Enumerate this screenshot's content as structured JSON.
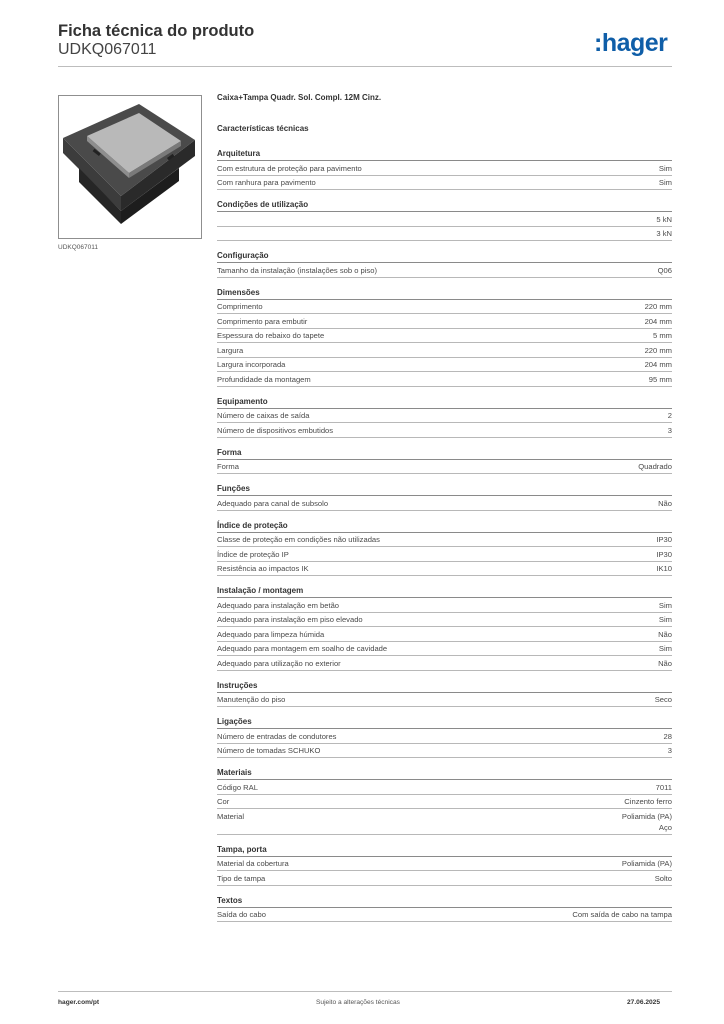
{
  "header": {
    "title": "Ficha técnica do produto",
    "subtitle": "UDKQ067011",
    "logo_text": ":hager",
    "logo_color": "#0f5ea8"
  },
  "image": {
    "caption": "UDKQ067011",
    "icon": "floor-box-product-photo"
  },
  "product_name": "Caixa+Tampa Quadr. Sol. Compl. 12M Cinz.",
  "tech_heading": "Características técnicas",
  "sections": [
    {
      "title": "Arquitetura",
      "rows": [
        {
          "label": "Com estrutura de proteção para pavimento",
          "value": "Sim"
        },
        {
          "label": "Com ranhura para pavimento",
          "value": "Sim"
        }
      ]
    },
    {
      "title": "Condições de utilização",
      "rows": [
        {
          "label": "",
          "value": "5 kN"
        },
        {
          "label": "",
          "value": "3 kN"
        }
      ]
    },
    {
      "title": "Configuração",
      "rows": [
        {
          "label": "Tamanho da instalação (instalações sob o piso)",
          "value": "Q06"
        }
      ]
    },
    {
      "title": "Dimensões",
      "rows": [
        {
          "label": "Comprimento",
          "value": "220 mm"
        },
        {
          "label": "Comprimento para embutir",
          "value": "204 mm"
        },
        {
          "label": "Espessura do rebaixo do tapete",
          "value": "5 mm"
        },
        {
          "label": "Largura",
          "value": "220 mm"
        },
        {
          "label": "Largura incorporada",
          "value": "204 mm"
        },
        {
          "label": "Profundidade da montagem",
          "value": "95 mm"
        }
      ]
    },
    {
      "title": "Equipamento",
      "rows": [
        {
          "label": "Número de caixas de saída",
          "value": "2"
        },
        {
          "label": "Número de dispositivos embutidos",
          "value": "3"
        }
      ]
    },
    {
      "title": "Forma",
      "rows": [
        {
          "label": "Forma",
          "value": "Quadrado"
        }
      ]
    },
    {
      "title": "Funções",
      "rows": [
        {
          "label": "Adequado para canal de subsolo",
          "value": "Não"
        }
      ]
    },
    {
      "title": "Índice de proteção",
      "rows": [
        {
          "label": "Classe de proteção em condições não utilizadas",
          "value": "IP30"
        },
        {
          "label": "Índice de proteção IP",
          "value": "IP30"
        },
        {
          "label": "Resistência ao impactos IK",
          "value": "IK10"
        }
      ]
    },
    {
      "title": "Instalação / montagem",
      "rows": [
        {
          "label": "Adequado para instalação em betão",
          "value": "Sim"
        },
        {
          "label": "Adequado para instalação em piso elevado",
          "value": "Sim"
        },
        {
          "label": "Adequado para limpeza húmida",
          "value": "Não"
        },
        {
          "label": "Adequado para montagem em soalho de cavidade",
          "value": "Sim"
        },
        {
          "label": "Adequado para utilização no exterior",
          "value": "Não"
        }
      ]
    },
    {
      "title": "Instruções",
      "rows": [
        {
          "label": "Manutenção do piso",
          "value": "Seco"
        }
      ]
    },
    {
      "title": "Ligações",
      "rows": [
        {
          "label": "Número de entradas de condutores",
          "value": "28"
        },
        {
          "label": "Número de tomadas SCHUKO",
          "value": "3"
        }
      ]
    },
    {
      "title": "Materiais",
      "rows": [
        {
          "label": "Código RAL",
          "value": "7011"
        },
        {
          "label": "Cor",
          "value": "Cinzento ferro"
        },
        {
          "label": "Material",
          "value": "Poliamida (PA)\nAço"
        }
      ]
    },
    {
      "title": "Tampa, porta",
      "rows": [
        {
          "label": "Material da cobertura",
          "value": "Poliamida (PA)"
        },
        {
          "label": "Tipo de tampa",
          "value": "Solto"
        }
      ]
    },
    {
      "title": "Textos",
      "rows": [
        {
          "label": "Saída do cabo",
          "value": "Com saída de cabo na tampa"
        }
      ]
    }
  ],
  "footer": {
    "website": "hager.com/pt",
    "notice": "Sujeito a alterações técnicas",
    "date": "27.06.2025"
  }
}
